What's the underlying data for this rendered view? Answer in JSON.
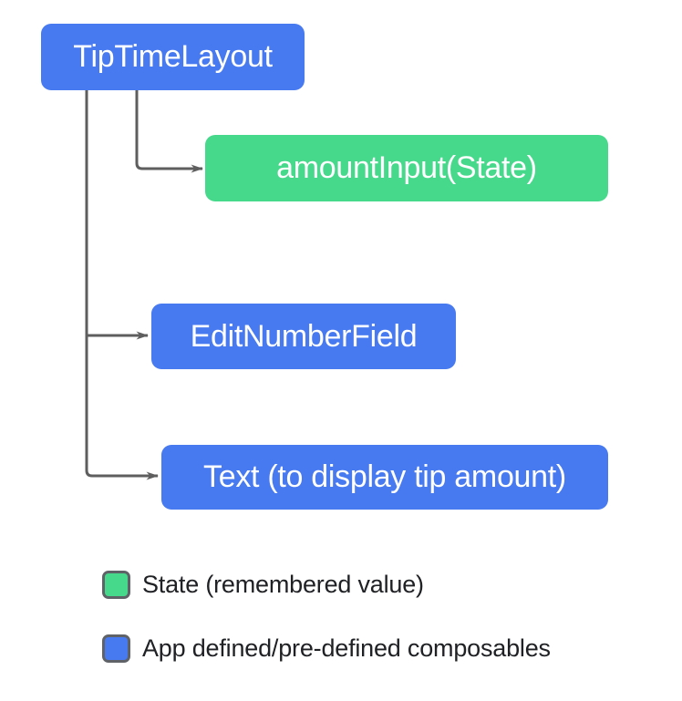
{
  "diagram": {
    "nodes": [
      {
        "id": "TipTimeLayout",
        "label": "TipTimeLayout",
        "kind": "composable"
      },
      {
        "id": "amountInput",
        "label": "amountInput(State)",
        "kind": "state"
      },
      {
        "id": "EditNumberField",
        "label": "EditNumberField",
        "kind": "composable"
      },
      {
        "id": "TextTipAmount",
        "label": "Text (to display tip amount)",
        "kind": "composable"
      }
    ],
    "edges": [
      {
        "from": "TipTimeLayout",
        "to": "amountInput"
      },
      {
        "from": "TipTimeLayout",
        "to": "EditNumberField"
      },
      {
        "from": "TipTimeLayout",
        "to": "TextTipAmount"
      }
    ]
  },
  "legend": {
    "items": [
      {
        "label": "State (remembered value)",
        "color": "#46D98B"
      },
      {
        "label": "App defined/pre-defined composables",
        "color": "#4779F0"
      }
    ]
  },
  "colors": {
    "composable_blue": "#4779F0",
    "state_green": "#46D98B",
    "connector_gray": "#5E5E5E",
    "legend_border_gray": "#5F6368",
    "node_text": "#FFFFFF",
    "legend_text": "#202124",
    "background": "#FFFFFF"
  }
}
